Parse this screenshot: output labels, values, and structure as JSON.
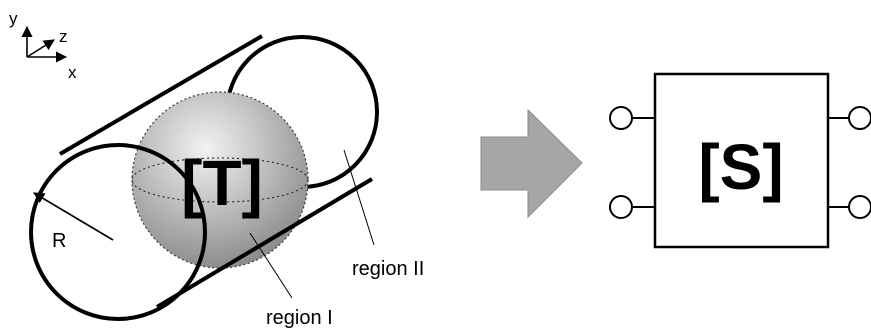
{
  "axes": {
    "y_label": "y",
    "z_label": "z",
    "x_label": "x"
  },
  "cylinder": {
    "radius_label": "R",
    "region_1_label": "region I",
    "region_2_label": "region II"
  },
  "sphere": {
    "label": "[T]"
  },
  "network": {
    "label": "[S]"
  },
  "colors": {
    "line": "#000000",
    "arrow_fill": "#a6a6a6",
    "arrow_stroke": "#8a8a8a",
    "sphere_light": "#efefef",
    "sphere_dark": "#8c8c8c"
  }
}
